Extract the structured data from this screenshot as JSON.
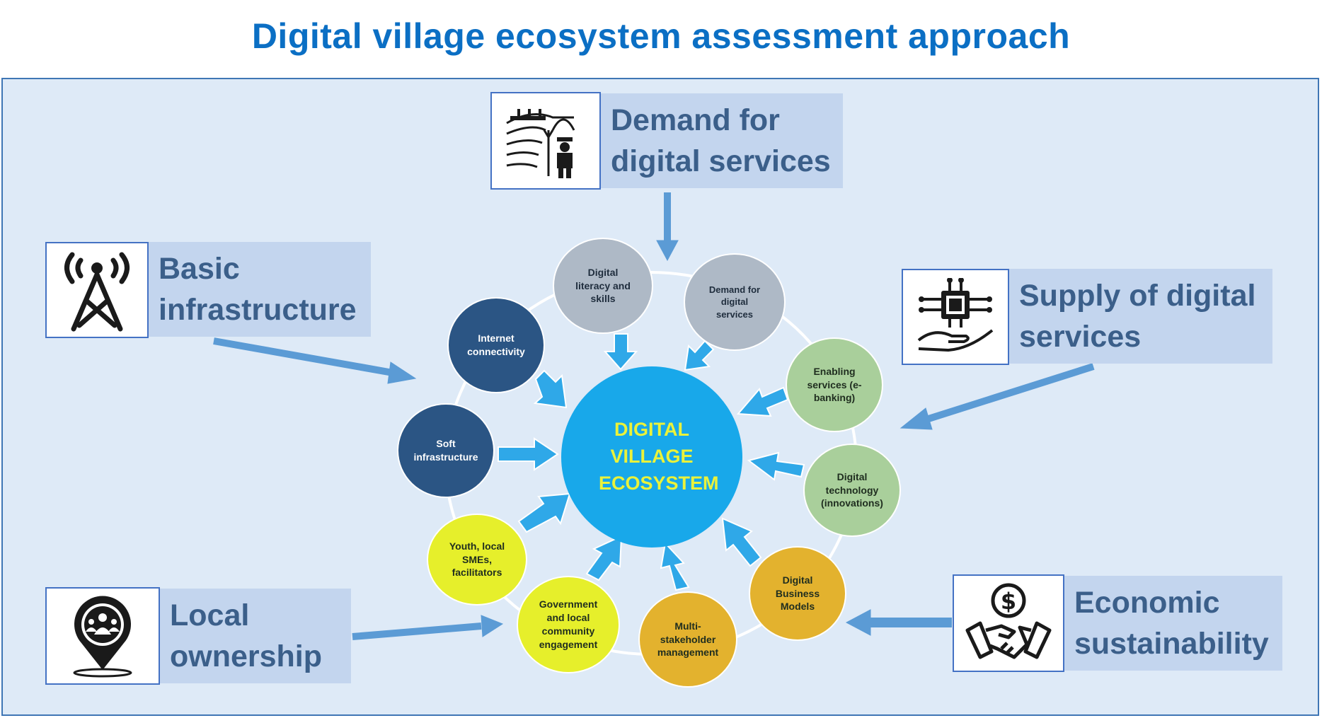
{
  "title": "Digital village ecosystem assessment approach",
  "pillars": {
    "demand": "Demand for digital services",
    "infrastructure": "Basic infrastructure",
    "supply": "Supply of digital services",
    "ownership": "Local ownership",
    "sustainability": "Economic sustainability"
  },
  "center": "DIGITAL VILLAGE ECOSYSTEM",
  "nodes": {
    "literacy": "Digital literacy and skills",
    "demand": "Demand for digital services",
    "enabling": "Enabling services (e-banking)",
    "technology": "Digital technology (innovations)",
    "business": "Digital Business Models",
    "multistakeholder": "Multi-stakeholder management",
    "government": "Government and local community engagement",
    "youth": "Youth, local SMEs, facilitators",
    "soft": "Soft infrastructure",
    "internet": "Internet connectivity"
  },
  "icons": {
    "demand": "farmer-icon",
    "infrastructure": "antenna-tower-icon",
    "supply": "chip-in-hand-icon",
    "ownership": "community-pin-icon",
    "sustainability": "handshake-dollar-icon"
  },
  "colors": {
    "title": "#0b6fc4",
    "panel": "#deeaf7",
    "label_box": "#c3d5ee",
    "arrow": "#5b9bd5",
    "center": "#18a8ea",
    "center_text": "#eaf23a"
  }
}
